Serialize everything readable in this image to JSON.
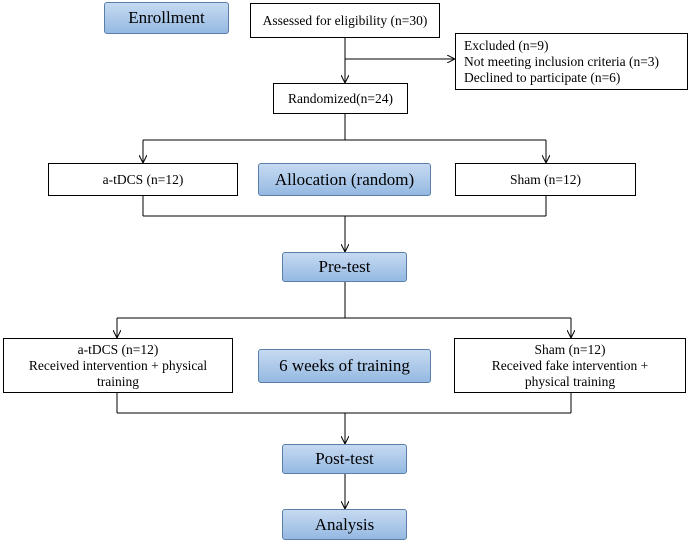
{
  "stages": {
    "enrollment": "Enrollment",
    "allocation": "Allocation (random)",
    "pretest": "Pre-test",
    "training": "6 weeks of training",
    "posttest": "Post-test",
    "analysis": "Analysis"
  },
  "boxes": {
    "eligibility": "Assessed for eligibility (n=30)",
    "excluded": {
      "line1": "Excluded (n=9)",
      "line2": "Not meeting inclusion criteria (n=3)",
      "line3": "Declined to participate (n=6)"
    },
    "randomized": "Randomized(n=24)",
    "alloc_left": "a-tDCS (n=12)",
    "alloc_right": "Sham (n=12)",
    "train_left": {
      "line1": "a-tDCS (n=12)",
      "line2": "Received intervention + physical",
      "line3": "training"
    },
    "train_right": {
      "line1": "Sham (n=12)",
      "line2": "Received fake intervention +",
      "line3": "physical training"
    }
  }
}
